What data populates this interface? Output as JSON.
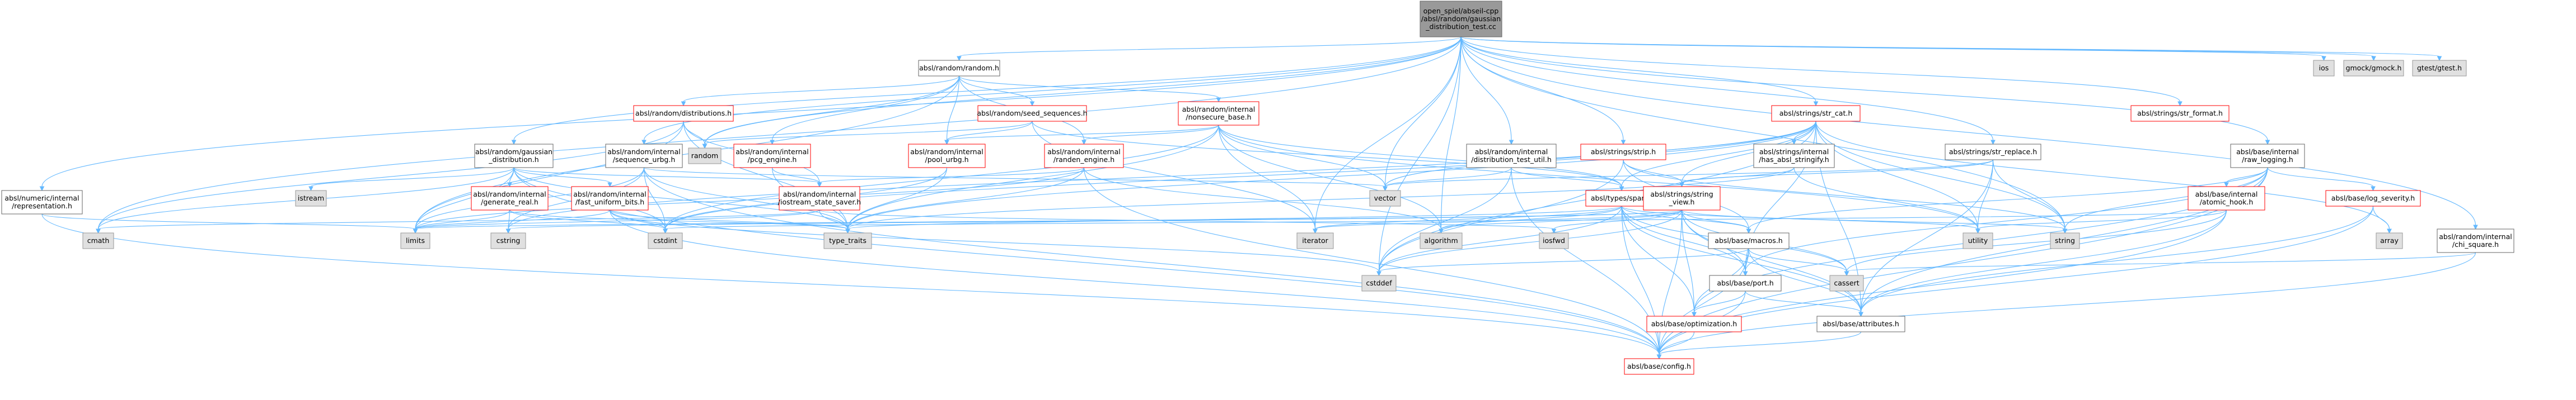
{
  "graph": {
    "nodes": [
      {
        "id": "root",
        "label": [
          "open_spiel/abseil-cpp",
          "/absl/random/gaussian",
          "_distribution_test.cc"
        ],
        "kind": "root",
        "interactable": false
      },
      {
        "id": "ios",
        "label": [
          "ios"
        ],
        "kind": "system"
      },
      {
        "id": "gmock",
        "label": [
          "gmock/gmock.h"
        ],
        "kind": "system"
      },
      {
        "id": "gtest",
        "label": [
          "gtest/gtest.h"
        ],
        "kind": "system"
      },
      {
        "id": "random_h",
        "label": [
          "absl/random/random.h"
        ],
        "kind": "internal"
      },
      {
        "id": "str_format",
        "label": [
          "absl/strings/str_format.h"
        ],
        "kind": "error"
      },
      {
        "id": "dists",
        "label": [
          "absl/random/distributions.h"
        ],
        "kind": "error"
      },
      {
        "id": "seed_seq",
        "label": [
          "absl/random/seed_sequences.h"
        ],
        "kind": "error"
      },
      {
        "id": "nonsecure",
        "label": [
          "absl/random/internal",
          "/nonsecure_base.h"
        ],
        "kind": "error"
      },
      {
        "id": "str_cat",
        "label": [
          "absl/strings/str_cat.h"
        ],
        "kind": "error"
      },
      {
        "id": "random_std",
        "label": [
          "random"
        ],
        "kind": "system"
      },
      {
        "id": "pool_urbg",
        "label": [
          "absl/random/internal",
          "/pool_urbg.h"
        ],
        "kind": "error"
      },
      {
        "id": "randen_engine",
        "label": [
          "absl/random/internal",
          "/randen_engine.h"
        ],
        "kind": "error"
      },
      {
        "id": "pcg_engine",
        "label": [
          "absl/random/internal",
          "/pcg_engine.h"
        ],
        "kind": "error"
      },
      {
        "id": "gaussian",
        "label": [
          "absl/random/gaussian",
          "_distribution.h"
        ],
        "kind": "internal"
      },
      {
        "id": "seq_urbg",
        "label": [
          "absl/random/internal",
          "/sequence_urbg.h"
        ],
        "kind": "internal"
      },
      {
        "id": "dist_test_util",
        "label": [
          "absl/random/internal",
          "/distribution_test_util.h"
        ],
        "kind": "internal"
      },
      {
        "id": "str_strip",
        "label": [
          "absl/strings/strip.h"
        ],
        "kind": "error"
      },
      {
        "id": "has_stringify",
        "label": [
          "absl/strings/internal",
          "/has_absl_stringify.h"
        ],
        "kind": "internal"
      },
      {
        "id": "str_replace",
        "label": [
          "absl/strings/str_replace.h"
        ],
        "kind": "internal"
      },
      {
        "id": "raw_logging",
        "label": [
          "absl/base/internal",
          "/raw_logging.h"
        ],
        "kind": "internal"
      },
      {
        "id": "numeric_repr",
        "label": [
          "absl/numeric/internal",
          "/representation.h"
        ],
        "kind": "internal"
      },
      {
        "id": "istream",
        "label": [
          "istream"
        ],
        "kind": "system"
      },
      {
        "id": "gen_real",
        "label": [
          "absl/random/internal",
          "/generate_real.h"
        ],
        "kind": "error"
      },
      {
        "id": "fast_uniform",
        "label": [
          "absl/random/internal",
          "/fast_uniform_bits.h"
        ],
        "kind": "error"
      },
      {
        "id": "iostream_saver",
        "label": [
          "absl/random/internal",
          "/iostream_state_saver.h"
        ],
        "kind": "error"
      },
      {
        "id": "vector",
        "label": [
          "vector"
        ],
        "kind": "system"
      },
      {
        "id": "span",
        "label": [
          "absl/types/span.h"
        ],
        "kind": "error"
      },
      {
        "id": "string_view",
        "label": [
          "absl/strings/string",
          "_view.h"
        ],
        "kind": "error"
      },
      {
        "id": "atomic_hook",
        "label": [
          "absl/base/internal",
          "/atomic_hook.h"
        ],
        "kind": "error"
      },
      {
        "id": "log_severity",
        "label": [
          "absl/base/log_severity.h"
        ],
        "kind": "error"
      },
      {
        "id": "array",
        "label": [
          "array"
        ],
        "kind": "system"
      },
      {
        "id": "chi_square",
        "label": [
          "absl/random/internal",
          "/chi_square.h"
        ],
        "kind": "internal"
      },
      {
        "id": "cmath",
        "label": [
          "cmath"
        ],
        "kind": "system"
      },
      {
        "id": "limits",
        "label": [
          "limits"
        ],
        "kind": "system"
      },
      {
        "id": "cstring",
        "label": [
          "cstring"
        ],
        "kind": "system"
      },
      {
        "id": "cstdint",
        "label": [
          "cstdint"
        ],
        "kind": "system"
      },
      {
        "id": "type_traits",
        "label": [
          "type_traits"
        ],
        "kind": "system"
      },
      {
        "id": "iterator",
        "label": [
          "iterator"
        ],
        "kind": "system"
      },
      {
        "id": "algorithm",
        "label": [
          "algorithm"
        ],
        "kind": "system"
      },
      {
        "id": "iosfwd",
        "label": [
          "iosfwd"
        ],
        "kind": "system"
      },
      {
        "id": "base_macros",
        "label": [
          "absl/base/macros.h"
        ],
        "kind": "internal"
      },
      {
        "id": "cstddef",
        "label": [
          "cstddef"
        ],
        "kind": "system"
      },
      {
        "id": "utility",
        "label": [
          "utility"
        ],
        "kind": "system"
      },
      {
        "id": "string",
        "label": [
          "string"
        ],
        "kind": "system"
      },
      {
        "id": "cassert",
        "label": [
          "cassert"
        ],
        "kind": "system"
      },
      {
        "id": "base_port",
        "label": [
          "absl/base/port.h"
        ],
        "kind": "internal"
      },
      {
        "id": "optimization",
        "label": [
          "absl/base/optimization.h"
        ],
        "kind": "error"
      },
      {
        "id": "attributes",
        "label": [
          "absl/base/attributes.h"
        ],
        "kind": "internal"
      },
      {
        "id": "config",
        "label": [
          "absl/base/config.h"
        ],
        "kind": "error"
      }
    ],
    "edges": [
      [
        "root",
        "ios"
      ],
      [
        "root",
        "gmock"
      ],
      [
        "root",
        "gtest"
      ],
      [
        "root",
        "random_h"
      ],
      [
        "root",
        "str_format"
      ],
      [
        "root",
        "str_cat"
      ],
      [
        "root",
        "gaussian"
      ],
      [
        "root",
        "seq_urbg"
      ],
      [
        "root",
        "dist_test_util"
      ],
      [
        "root",
        "str_strip"
      ],
      [
        "root",
        "str_replace"
      ],
      [
        "root",
        "raw_logging"
      ],
      [
        "root",
        "numeric_repr"
      ],
      [
        "root",
        "chi_square"
      ],
      [
        "root",
        "cmath"
      ],
      [
        "root",
        "random_std"
      ],
      [
        "root",
        "vector"
      ],
      [
        "root",
        "iterator"
      ],
      [
        "root",
        "algorithm"
      ],
      [
        "root",
        "cstddef"
      ],
      [
        "root",
        "string"
      ],
      [
        "random_h",
        "dists"
      ],
      [
        "random_h",
        "seed_seq"
      ],
      [
        "random_h",
        "nonsecure"
      ],
      [
        "random_h",
        "pool_urbg"
      ],
      [
        "random_h",
        "randen_engine"
      ],
      [
        "random_h",
        "pcg_engine"
      ],
      [
        "random_h",
        "random_std"
      ],
      [
        "random_h",
        "limits"
      ],
      [
        "dists",
        "random_std"
      ],
      [
        "dists",
        "limits"
      ],
      [
        "dists",
        "cmath"
      ],
      [
        "dists",
        "type_traits"
      ],
      [
        "dists",
        "iostream_saver"
      ],
      [
        "seed_seq",
        "random_std"
      ],
      [
        "seed_seq",
        "iterator"
      ],
      [
        "seed_seq",
        "span"
      ],
      [
        "seed_seq",
        "pool_urbg"
      ],
      [
        "nonsecure",
        "pool_urbg"
      ],
      [
        "nonsecure",
        "randen_engine"
      ],
      [
        "nonsecure",
        "span"
      ],
      [
        "nonsecure",
        "vector"
      ],
      [
        "nonsecure",
        "algorithm"
      ],
      [
        "nonsecure",
        "cstdint"
      ],
      [
        "nonsecure",
        "iterator"
      ],
      [
        "nonsecure",
        "type_traits"
      ],
      [
        "nonsecure",
        "utility"
      ],
      [
        "pool_urbg",
        "cstdint"
      ],
      [
        "pool_urbg",
        "type_traits"
      ],
      [
        "randen_engine",
        "algorithm"
      ],
      [
        "randen_engine",
        "cinttypes"
      ],
      [
        "randen_engine",
        "cstdlib"
      ],
      [
        "randen_engine",
        "iostream_saver"
      ],
      [
        "randen_engine",
        "iostream"
      ],
      [
        "randen_engine",
        "limits"
      ],
      [
        "randen_engine",
        "type_traits"
      ],
      [
        "randen_engine",
        "config"
      ],
      [
        "pcg_engine",
        "iostream_saver"
      ],
      [
        "pcg_engine",
        "type_traits"
      ],
      [
        "gaussian",
        "cmath"
      ],
      [
        "gaussian",
        "cstdint"
      ],
      [
        "gaussian",
        "istream"
      ],
      [
        "gaussian",
        "limits"
      ],
      [
        "gaussian",
        "type_traits"
      ],
      [
        "gaussian",
        "gen_real"
      ],
      [
        "gaussian",
        "fast_uniform"
      ],
      [
        "gaussian",
        "iostream_saver"
      ],
      [
        "gaussian",
        "config"
      ],
      [
        "seq_urbg",
        "cstdint"
      ],
      [
        "seq_urbg",
        "cstring"
      ],
      [
        "seq_urbg",
        "limits"
      ],
      [
        "seq_urbg",
        "type_traits"
      ],
      [
        "seq_urbg",
        "vector"
      ],
      [
        "seq_urbg",
        "config"
      ],
      [
        "gen_real",
        "cstdint"
      ],
      [
        "gen_real",
        "cstring"
      ],
      [
        "gen_real",
        "limits"
      ],
      [
        "gen_real",
        "type_traits"
      ],
      [
        "fast_uniform",
        "cstddef"
      ],
      [
        "fast_uniform",
        "cstdint"
      ],
      [
        "fast_uniform",
        "limits"
      ],
      [
        "fast_uniform",
        "type_traits"
      ],
      [
        "fast_uniform",
        "config"
      ],
      [
        "iostream_saver",
        "cmath"
      ],
      [
        "iostream_saver",
        "iosfwd"
      ],
      [
        "iostream_saver",
        "limits"
      ],
      [
        "iostream_saver",
        "type_traits"
      ],
      [
        "dist_test_util",
        "cstddef"
      ],
      [
        "dist_test_util",
        "iostream"
      ],
      [
        "dist_test_util",
        "vector"
      ],
      [
        "dist_test_util",
        "span"
      ],
      [
        "dist_test_util",
        "config"
      ],
      [
        "str_cat",
        "array"
      ],
      [
        "str_cat",
        "cstddef"
      ],
      [
        "str_cat",
        "cstdint"
      ],
      [
        "str_cat",
        "cstring"
      ],
      [
        "str_cat",
        "string"
      ],
      [
        "str_cat",
        "type_traits"
      ],
      [
        "str_cat",
        "utility"
      ],
      [
        "str_cat",
        "vector"
      ],
      [
        "str_cat",
        "has_stringify"
      ],
      [
        "str_cat",
        "string_view"
      ],
      [
        "str_cat",
        "base_port"
      ],
      [
        "str_cat",
        "attributes"
      ],
      [
        "str_cat",
        "span"
      ],
      [
        "has_stringify",
        "string_view"
      ],
      [
        "has_stringify",
        "utility"
      ],
      [
        "has_stringify",
        "type_traits"
      ],
      [
        "str_strip",
        "cstddef"
      ],
      [
        "str_strip",
        "string"
      ],
      [
        "str_strip",
        "base_macros"
      ],
      [
        "str_strip",
        "string_view"
      ],
      [
        "str_replace",
        "string"
      ],
      [
        "str_replace",
        "utility"
      ],
      [
        "str_replace",
        "vector"
      ],
      [
        "str_replace",
        "attributes"
      ],
      [
        "str_replace",
        "string_view"
      ],
      [
        "span",
        "algorithm"
      ],
      [
        "span",
        "cassert"
      ],
      [
        "span",
        "cstddef"
      ],
      [
        "span",
        "initializer_list"
      ],
      [
        "span",
        "iterator"
      ],
      [
        "span",
        "type_traits"
      ],
      [
        "span",
        "utility"
      ],
      [
        "span",
        "attributes"
      ],
      [
        "span",
        "base_macros"
      ],
      [
        "span",
        "optimization"
      ],
      [
        "span",
        "base_port"
      ],
      [
        "span",
        "config"
      ],
      [
        "string_view",
        "algorithm"
      ],
      [
        "string_view",
        "cassert"
      ],
      [
        "string_view",
        "cstddef"
      ],
      [
        "string_view",
        "cstring"
      ],
      [
        "string_view",
        "iosfwd"
      ],
      [
        "string_view",
        "iterator"
      ],
      [
        "string_view",
        "limits"
      ],
      [
        "string_view",
        "string"
      ],
      [
        "string_view",
        "attributes"
      ],
      [
        "string_view",
        "base_macros"
      ],
      [
        "string_view",
        "optimization"
      ],
      [
        "string_view",
        "base_port"
      ],
      [
        "string_view",
        "config"
      ],
      [
        "raw_logging",
        "string"
      ],
      [
        "raw_logging",
        "attributes"
      ],
      [
        "raw_logging",
        "config"
      ],
      [
        "raw_logging",
        "atomic_hook"
      ],
      [
        "raw_logging",
        "log_severity"
      ],
      [
        "raw_logging",
        "base_macros"
      ],
      [
        "raw_logging",
        "optimization"
      ],
      [
        "raw_logging",
        "base_port"
      ],
      [
        "atomic_hook",
        "atomic"
      ],
      [
        "atomic_hook",
        "cassert"
      ],
      [
        "atomic_hook",
        "cstdint"
      ],
      [
        "atomic_hook",
        "utility"
      ],
      [
        "atomic_hook",
        "attributes"
      ],
      [
        "atomic_hook",
        "config"
      ],
      [
        "log_severity",
        "array"
      ],
      [
        "log_severity",
        "ostream"
      ],
      [
        "log_severity",
        "attributes"
      ],
      [
        "log_severity",
        "config"
      ],
      [
        "chi_square",
        "cassert"
      ],
      [
        "chi_square",
        "config"
      ],
      [
        "numeric_repr",
        "limits"
      ],
      [
        "numeric_repr",
        "config"
      ],
      [
        "base_macros",
        "cassert"
      ],
      [
        "base_macros",
        "cstddef"
      ],
      [
        "base_macros",
        "attributes"
      ],
      [
        "base_macros",
        "config"
      ],
      [
        "base_macros",
        "optimization"
      ],
      [
        "base_macros",
        "base_port"
      ],
      [
        "base_port",
        "attributes"
      ],
      [
        "base_port",
        "config"
      ],
      [
        "base_port",
        "optimization"
      ],
      [
        "optimization",
        "config"
      ],
      [
        "attributes",
        "config"
      ]
    ]
  },
  "colors": {
    "root_fill": "#999999",
    "internal_fill": "#ffffff",
    "internal_border": "#666666",
    "system_fill": "#e0e0e0",
    "system_border": "#999999",
    "error_fill": "#ffffff",
    "error_border": "#ff0000",
    "edge": "#63b8ff"
  }
}
